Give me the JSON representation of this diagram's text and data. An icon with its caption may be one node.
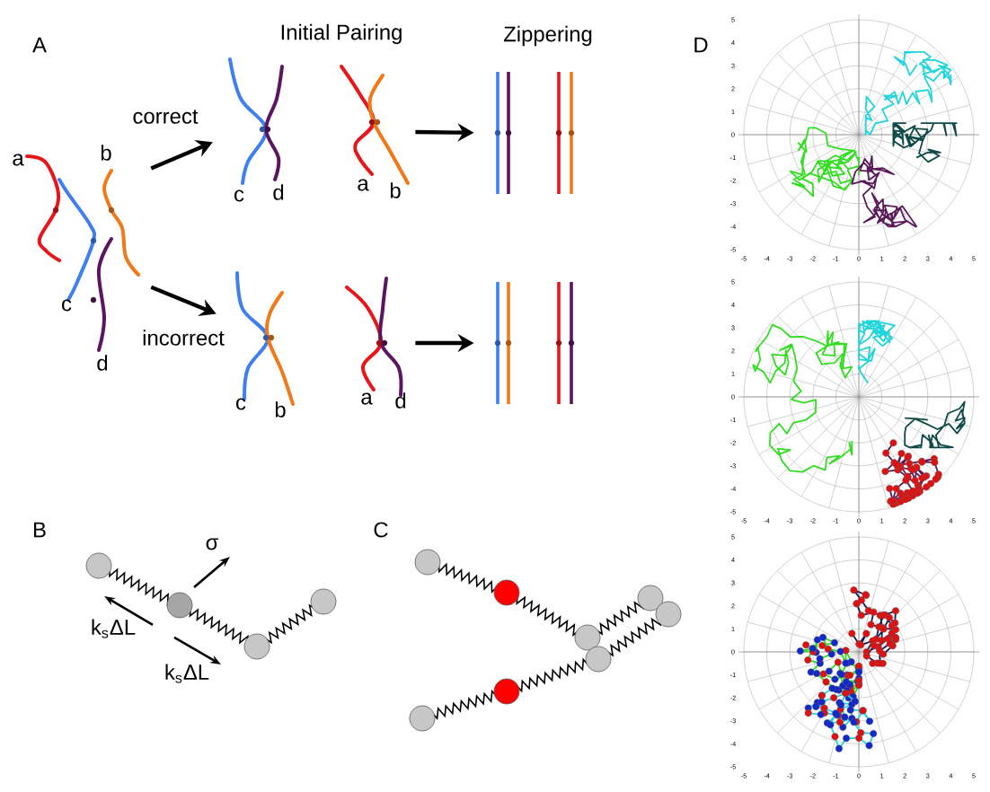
{
  "diagram": {
    "nodes": [
      {
        "text": [
          "a",
          "b",
          "c",
          "d"
        ]
      },
      {
        "text": [
          "c",
          "d"
        ]
      },
      {
        "text": [
          "a",
          "b"
        ]
      },
      {
        "text": [],
        "shape": "picture"
      },
      {
        "text": [
          "c",
          "b"
        ]
      },
      {
        "text": [
          "a",
          "d"
        ]
      },
      {
        "text": [],
        "shape": "picture"
      }
    ],
    "edges": [
      {
        "from": 0,
        "to": 1,
        "arrow": "to",
        "label": "correct"
      },
      {
        "from": 0,
        "to": 4,
        "arrow": "to",
        "label": "incorrect"
      },
      {
        "from": 2,
        "to": 3,
        "arrow": "to"
      },
      {
        "from": 5,
        "to": 6,
        "arrow": "to"
      }
    ],
    "labels": [
      "A",
      "Initial Pairing",
      "Zippering",
      "D",
      "B",
      "σ",
      "k$_{s}$ΔL",
      "k$_{s}$ΔL",
      "C",
      "5",
      "4",
      "3",
      "2",
      "1",
      "0",
      "-1",
      "-2",
      "-3",
      "-4",
      "-5",
      "-5",
      "-4",
      "-3",
      "-2",
      "-1",
      "0",
      "1",
      "2",
      "3",
      "4",
      "5",
      "5",
      "4",
      "3",
      "2",
      "1",
      "0",
      "-1",
      "-2",
      "-3",
      "-4",
      "-5",
      "-5",
      "-4",
      "-3",
      "-2",
      "-1",
      "0",
      "1",
      "2",
      "3",
      "4",
      "5",
      "5",
      "4",
      "3",
      "2",
      "1",
      "0",
      "-1",
      "-2",
      "-3",
      "-4",
      "-5",
      "-5",
      "-4",
      "-3",
      "-2",
      "-1",
      "0",
      "1",
      "2",
      "3",
      "4",
      "5"
    ]
  }
}
